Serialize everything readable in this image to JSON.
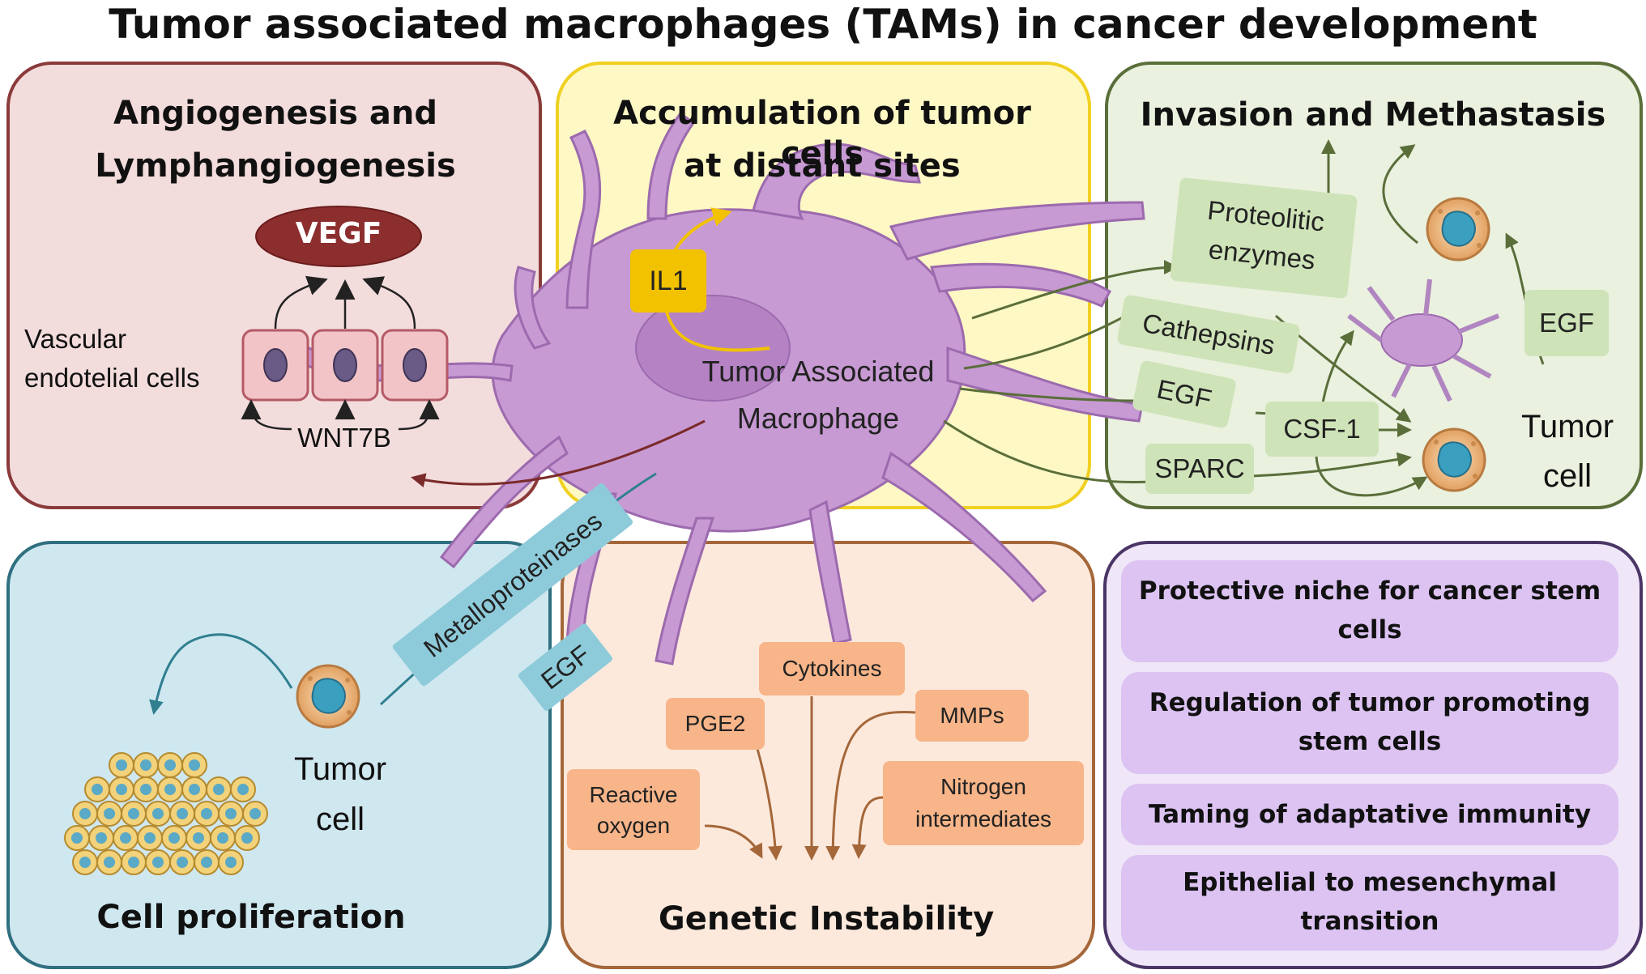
{
  "title": "Tumor associated macrophages (TAMs) in cancer development",
  "panels": {
    "angiogenesis": {
      "title_line1": "Angiogenesis and",
      "title_line2": "Lymphangiogenesis",
      "vegf": "VEGF",
      "vascular_line1": "Vascular",
      "vascular_line2": "endotelial cells",
      "wnt": "WNT7B"
    },
    "accumulation": {
      "title_line1": "Accumulation of tumor cells",
      "title_line2": "at distant sites",
      "il1": "IL1"
    },
    "invasion": {
      "title": "Invasion and Methastasis",
      "proteolitic_line1": "Proteolitic",
      "proteolitic_line2": "enzymes",
      "cathepsins": "Cathepsins",
      "egf_left": "EGF",
      "csf1": "CSF-1",
      "sparc": "SPARC",
      "egf_right": "EGF",
      "tumor_line1": "Tumor",
      "tumor_line2": "cell"
    },
    "proliferation": {
      "title": "Cell proliferation",
      "metallo": "Metalloproteinases",
      "egf": "EGF",
      "tumor_line1": "Tumor",
      "tumor_line2": "cell"
    },
    "genetic": {
      "title": "Genetic Instability",
      "cytokines": "Cytokines",
      "pge2": "PGE2",
      "mmps": "MMPs",
      "reactive_line1": "Reactive",
      "reactive_line2": "oxygen",
      "nitrogen_line1": "Nitrogen",
      "nitrogen_line2": "intermediates"
    },
    "stem": {
      "items": [
        {
          "line1": "Protective niche for cancer stem",
          "line2": "cells"
        },
        {
          "line1": "Regulation of tumor promoting",
          "line2": "stem cells"
        },
        {
          "line1": "Taming of adaptative immunity",
          "line2": ""
        },
        {
          "line1": "Epithelial to mesenchymal",
          "line2": "transition"
        }
      ]
    }
  },
  "macrophage": {
    "line1": "Tumor Associated",
    "line2": "Macrophage"
  },
  "colors": {
    "angiogenesis_fill": "#f3dcdc",
    "angiogenesis_border": "#8b3a3a",
    "accumulation_fill": "#fdf8c4",
    "accumulation_border": "#f0d020",
    "invasion_fill": "#eaf1df",
    "invasion_border": "#5a6e3a",
    "proliferation_fill": "#cfe7ef",
    "proliferation_border": "#2f6f80",
    "genetic_fill": "#fde9dc",
    "genetic_border": "#a4673a",
    "stem_fill": "#efe6f8",
    "stem_border": "#4b3566",
    "macrophage": "#c79ad3",
    "vegf": "#8c2e2e"
  }
}
